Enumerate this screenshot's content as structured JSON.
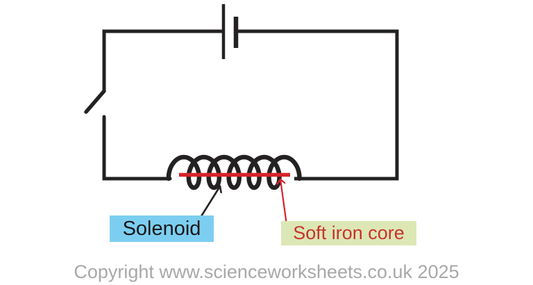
{
  "diagram": {
    "labels": {
      "solenoid": "Solenoid",
      "soft_iron_core": "Soft iron core"
    },
    "colors": {
      "wire": "#242122",
      "core_red": "#D7232B",
      "solenoid_label_bg": "#7CCEF1",
      "core_label_bg": "#DCE7B5",
      "core_label_text": "#C8332E",
      "copyright": "#A8A8A8"
    }
  },
  "footer": {
    "copyright": "Copyright www.scienceworksheets.co.uk 2025"
  }
}
